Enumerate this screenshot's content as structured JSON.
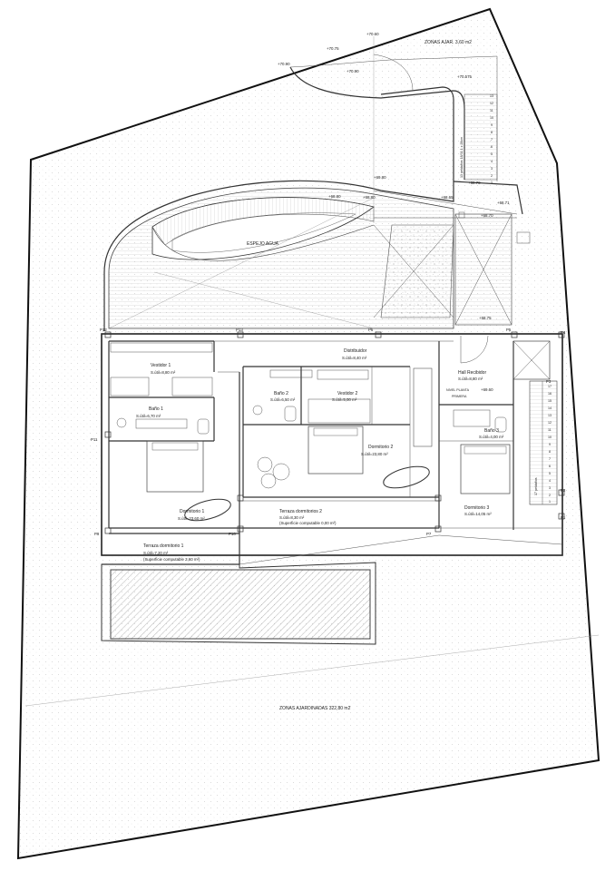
{
  "plan": {
    "zones": {
      "ajar": "ZONAS AJAR. 3,60 m2",
      "ajardinadas": "ZONAS AJARDINADAS 322,80 m2"
    },
    "espejo_agua": "ESPEJO AGUA",
    "levels": [
      "+70.60",
      "+70.75",
      "+70.90",
      "+70.90",
      "+70.575",
      "+69.80",
      "+68.80",
      "+68.80",
      "+68.65",
      "+68.71",
      "+68.70",
      "+68.70",
      "+68.75",
      "+69.60"
    ],
    "pillars": [
      "P12",
      "P13",
      "P6",
      "P5",
      "P4",
      "P3",
      "P11",
      "P2",
      "P1",
      "P9",
      "P10",
      "P7"
    ],
    "stair_numbers": [
      "13",
      "12",
      "11",
      "10",
      "9",
      "8",
      "7",
      "6",
      "5",
      "4",
      "3",
      "2",
      "1"
    ],
    "stair2_numbers": [
      "17",
      "16",
      "15",
      "14",
      "13",
      "12",
      "11",
      "10",
      "9",
      "8",
      "7",
      "6",
      "5",
      "4",
      "3",
      "2",
      "1"
    ],
    "rooms": {
      "vestidor1": {
        "name": "Vestidor 1",
        "area": "S.útil=8,80 m²"
      },
      "bano1": {
        "name": "Baño 1",
        "area": "S.útil=6,70 m²"
      },
      "distribuidor": {
        "name": "Distribuidor",
        "area": "S.útil=8,40 m²"
      },
      "bano2": {
        "name": "Baño 2",
        "area": "S.útil=6,50 m²"
      },
      "vestidor2": {
        "name": "Vestidor 2",
        "area": "S.útil=5,00 m²"
      },
      "hall": {
        "name": "Hall Recibidor",
        "area": "S.útil=8,80 m²"
      },
      "nivel": {
        "line1": "NIVEL PLANTA",
        "line2": "PRIMERA"
      },
      "dormitorio2": {
        "name": "Dormitorio 2",
        "area": "S.útil=23,80 m²"
      },
      "bano3": {
        "name": "Baño 3",
        "area": "S.útil=4,00 m²"
      },
      "dormitorio1": {
        "name": "Dormitorio 1",
        "area": "S.útil=23,60 m²"
      },
      "terraza2": {
        "name": "Terraza dormitorios 2",
        "area": "S.útil=8,30 m²",
        "note": "(Superficie computable 0,00 m²)"
      },
      "dormitorio3": {
        "name": "Dormitorio 3",
        "area": "S.útil=14,05 m²"
      },
      "terraza1": {
        "name": "Terraza dormitorio 1",
        "area": "S.útil=7,20 m²",
        "note": "(Superficie computable 3,60 m²)"
      }
    },
    "stair_notes": [
      "13 peldaños 18/31.1 x 28cm",
      "17 peldaños"
    ]
  },
  "colors": {
    "line": "#333333",
    "pool": "#dcdcdc",
    "paper": "#ffffff"
  }
}
